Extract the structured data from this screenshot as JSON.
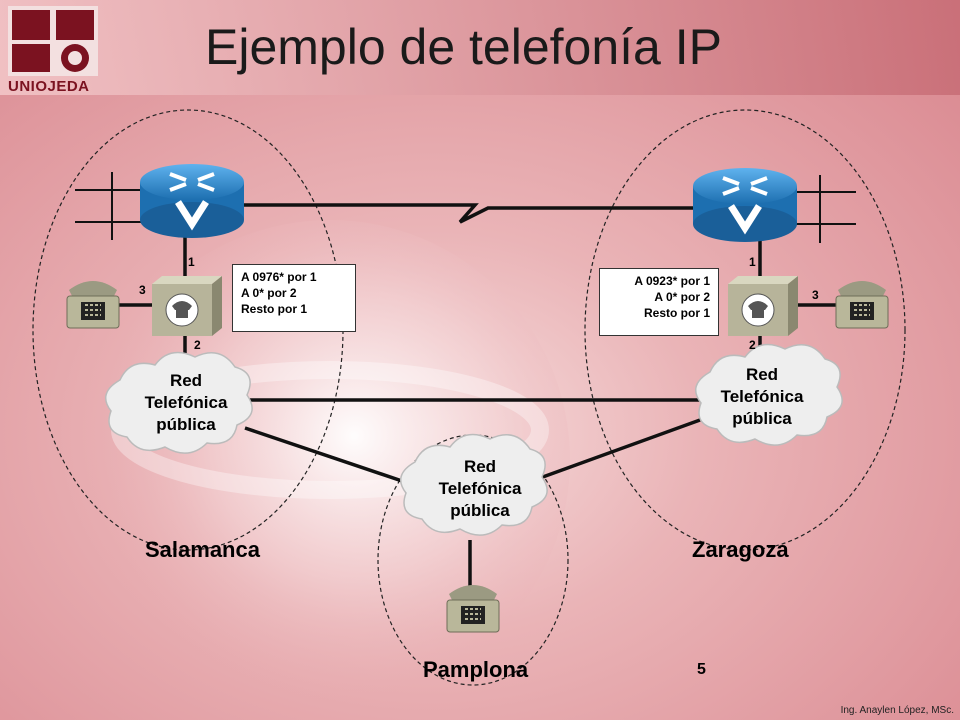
{
  "logo": {
    "text": "UNIOJEDA",
    "color": "#7b1220"
  },
  "title": "Ejemplo de telefonía IP",
  "left_site": {
    "city": "Salamanca",
    "rules": [
      "A 0976* por 1",
      "A 0* por 2",
      "Resto por 1"
    ],
    "ports": {
      "router": "1",
      "pstn": "2",
      "phone": "3"
    },
    "cloud": [
      "Red",
      "Telefónica",
      "pública"
    ]
  },
  "right_site": {
    "city": "Zaragoza",
    "rules": [
      "A 0923* por 1",
      "A 0* por 2",
      "Resto por 1"
    ],
    "ports": {
      "router": "1",
      "pstn": "2",
      "phone": "3"
    },
    "cloud": [
      "Red",
      "Telefónica",
      "pública"
    ]
  },
  "bottom_site": {
    "city": "Pamplona",
    "cloud": [
      "Red",
      "Telefónica",
      "pública"
    ]
  },
  "icons": [
    "router-icon",
    "voice-gateway-icon",
    "telephone-icon",
    "cloud-icon"
  ],
  "colors": {
    "router": "#2e8bd0",
    "gateway": "#b7b49a",
    "phone": "#b9b79a",
    "background": "#e8a4a8"
  },
  "page_number": "5",
  "footer": "Ing. Anaylen López, MSc."
}
